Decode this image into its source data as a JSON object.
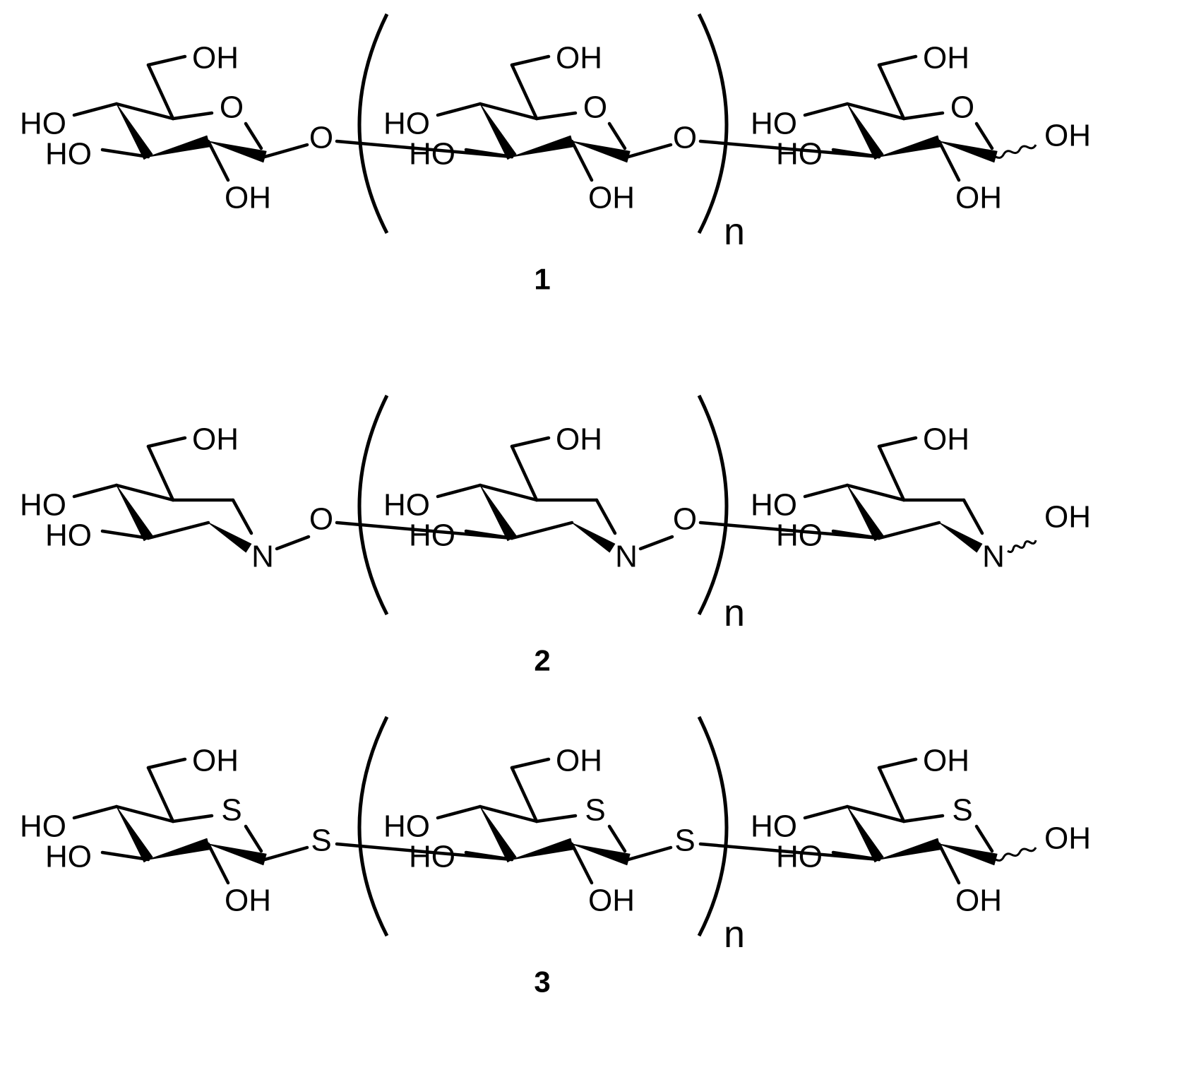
{
  "repeat_subscript": "n",
  "compounds": [
    {
      "number": "1",
      "ring_heteroatom": "O",
      "linker": "O",
      "anomeric_type": "carbon",
      "labels": {
        "oh": "OH",
        "ho": "HO"
      }
    },
    {
      "number": "2",
      "ring_heteroatom": "N",
      "linker": "O",
      "anomeric_type": "nitrogen",
      "labels": {
        "oh": "OH",
        "ho": "HO"
      }
    },
    {
      "number": "3",
      "ring_heteroatom": "S",
      "linker": "S",
      "anomeric_type": "carbon",
      "labels": {
        "oh": "OH",
        "ho": "HO"
      }
    }
  ]
}
